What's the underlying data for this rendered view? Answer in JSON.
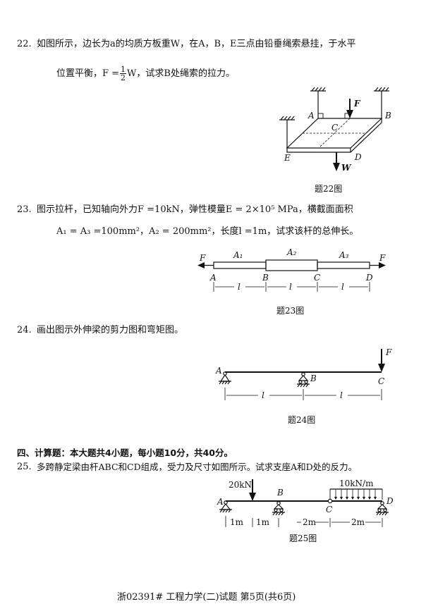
{
  "q22": {
    "num": "22.",
    "line1": "如图所示，边长为a的均质方板重W，在A，B，E三点由铅垂绳索悬挂，于水平",
    "line2_a": "位置平衡，F =",
    "frac_num": "1",
    "frac_den": "2",
    "line2_b": "W，试求B处绳索的拉力。",
    "labels": {
      "A": "A",
      "B": "B",
      "C": "C",
      "D": "D",
      "E": "E",
      "F": "F",
      "W": "W"
    },
    "caption": "题22图"
  },
  "q23": {
    "num": "23.",
    "line1": "图示拉杆，已知轴向外力F =10kN，弹性模量E = 2×10⁵ MPa，横截面面积",
    "line2": "A₁ = A₃ =100mm²，A₂ = 200mm²，长度l =1m，试求该杆的总伸长。",
    "labels": {
      "F_left": "F",
      "F_right": "F",
      "A1": "A₁",
      "A2": "A₂",
      "A3": "A₃",
      "A": "A",
      "B": "B",
      "C": "C",
      "D": "D",
      "l1": "l",
      "l2": "l",
      "l3": "l"
    },
    "caption": "题23图"
  },
  "q24": {
    "num": "24.",
    "line1": "画出图示外伸梁的剪力图和弯矩图。",
    "labels": {
      "A": "A",
      "B": "B",
      "C": "C",
      "F": "F",
      "l1": "l",
      "l2": "l"
    },
    "caption": "题24图"
  },
  "section4": {
    "title": "四、计算题：本大题共4小题，每小题10分，共40分。"
  },
  "q25": {
    "num": "25.",
    "line1": "多跨静定梁由杆ABC和CD组成，受力及尺寸如图所示。试求支座A和D处的反力。",
    "labels": {
      "force": "20kN",
      "load": "10kN/m",
      "A": "A",
      "B": "B",
      "C": "C",
      "D": "D",
      "d1": "1m",
      "d2": "1m",
      "d3": "2m",
      "d4": "2m"
    },
    "caption": "题25图"
  },
  "footer": "浙02391# 工程力学(二)试题 第5页(共6页)"
}
